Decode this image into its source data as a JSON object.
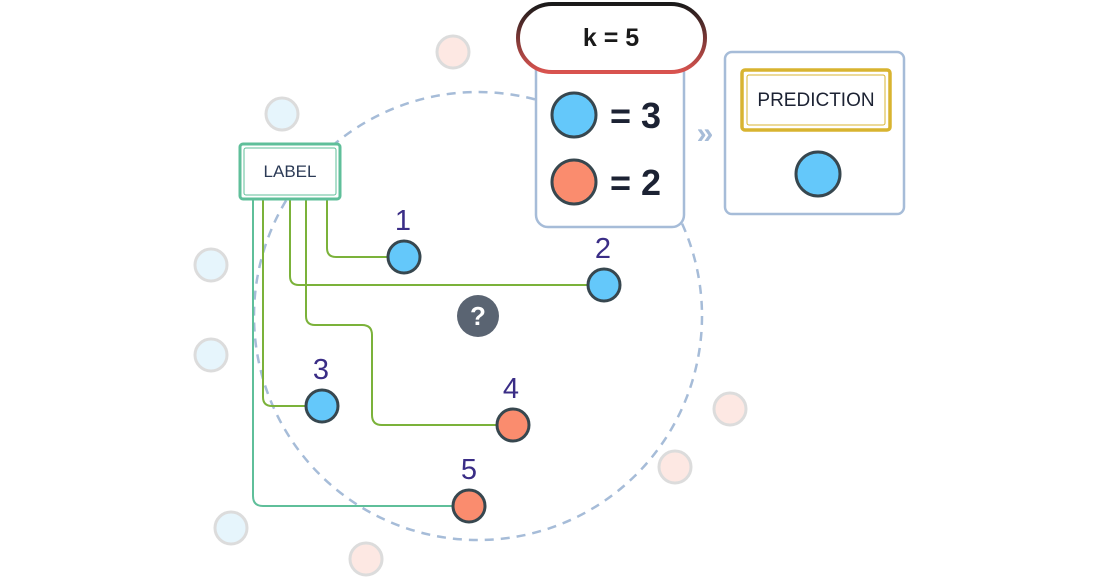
{
  "k_box": {
    "label": "k = 5"
  },
  "counts": [
    {
      "class": "blue",
      "text": "= 3"
    },
    {
      "class": "orange",
      "text": "= 2"
    }
  ],
  "label_box": {
    "text": "LABEL"
  },
  "prediction_box": {
    "title": "PREDICTION",
    "predicted_class": "blue"
  },
  "arrow_glyph": "»",
  "query_point": {
    "text": "?"
  },
  "neighbors": [
    {
      "rank": "1",
      "class": "blue"
    },
    {
      "rank": "2",
      "class": "blue"
    },
    {
      "rank": "3",
      "class": "blue"
    },
    {
      "rank": "4",
      "class": "orange"
    },
    {
      "rank": "5",
      "class": "orange"
    }
  ],
  "colors": {
    "blue": "#64c8fa",
    "orange": "#fa8c6e",
    "node_stroke": "#37474f",
    "faded_blue": "#e6f5fc",
    "faded_orange": "#fde8e3",
    "faded_stroke": "#dcdcdc",
    "panel_border": "#a6bcd8",
    "label_green": "#5fbf9a",
    "line_green": "#7bb23a",
    "line_teal": "#5fbf9a",
    "prediction_gold": "#d8b430",
    "k_border_top": "#1a1a1a",
    "k_border_bottom": "#d9534f",
    "rank_text": "#3a2d86",
    "query_fill": "#5a6472"
  }
}
